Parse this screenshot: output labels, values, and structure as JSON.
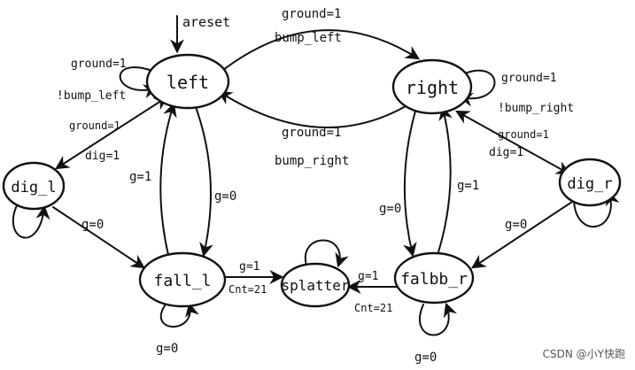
{
  "states": {
    "left": "left",
    "right": "right",
    "dig_l": "dig_l",
    "dig_r": "dig_r",
    "fall_l": "fall_l",
    "fall_r": "falbb_r",
    "splatter": "splatter"
  },
  "labels": {
    "areset": "areset",
    "top_ground": "ground=1",
    "top_bump_left": "bump_left",
    "left_self_ground": "ground=1",
    "left_self_bump": "!bump_left",
    "dig_l_ground": "ground=1",
    "dig_l_dig": "dig=1",
    "right_self_ground": "ground=1",
    "right_self_bump": "!bump_right",
    "dig_r_ground": "ground=1",
    "dig_r_dig": "dig=1",
    "mid_ground": "ground=1",
    "mid_bump_right": "bump_right",
    "left_fall_g1": "g=1",
    "left_fall_g0": "g=0",
    "right_fall_g0": "g=0",
    "right_fall_g1": "g=1",
    "dig_l_g0": "g=0",
    "dig_r_g0": "g=0",
    "fall_l_g1": "g=1",
    "fall_l_cnt": "Cnt=21",
    "fall_r_g1": "g=1",
    "fall_r_cnt": "Cnt=21",
    "fall_l_self": "g=0",
    "fall_r_self": "g=0"
  },
  "watermark": "CSDN @小Y快跑"
}
